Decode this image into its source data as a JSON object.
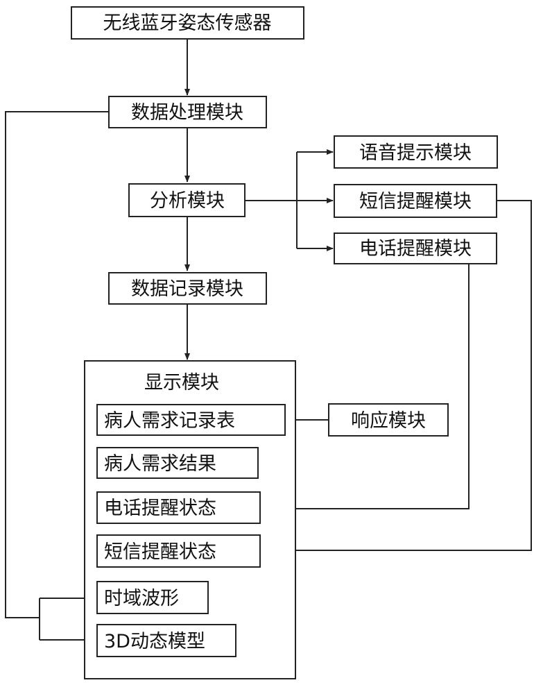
{
  "diagram": {
    "sensor": "无线蓝牙姿态传感器",
    "data_processing": "数据处理模块",
    "analysis": "分析模块",
    "data_record": "数据记录模块",
    "voice_prompt": "语音提示模块",
    "sms_reminder": "短信提醒模块",
    "phone_reminder": "电话提醒模块",
    "response": "响应模块",
    "display": {
      "title": "显示模块",
      "patient_needs_table": "病人需求记录表",
      "patient_needs_result": "病人需求结果",
      "phone_status": "电话提醒状态",
      "sms_status": "短信提醒状态",
      "time_waveform": "时域波形",
      "model_3d": "3D动态模型"
    }
  }
}
